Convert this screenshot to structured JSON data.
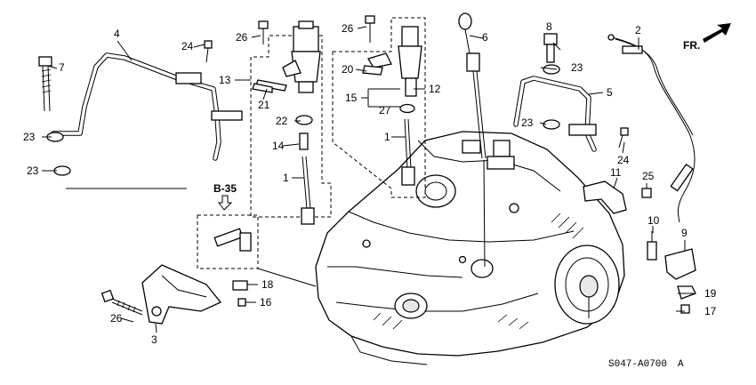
{
  "diagram": {
    "reference_code": "S047-A0700",
    "revision": "A",
    "direction_label": "FR.",
    "section_reference": "B-35"
  },
  "callouts": {
    "c1a": "1",
    "c1b": "1",
    "c2": "2",
    "c3": "3",
    "c4": "4",
    "c5": "5",
    "c6": "6",
    "c7": "7",
    "c8": "8",
    "c9": "9",
    "c10": "10",
    "c11": "11",
    "c12": "12",
    "c13": "13",
    "c14": "14",
    "c15": "15",
    "c16": "16",
    "c17": "17",
    "c18": "18",
    "c19": "19",
    "c20": "20",
    "c21": "21",
    "c22": "22",
    "c23a": "23",
    "c23b": "23",
    "c23c": "23",
    "c23d": "23",
    "c24a": "24",
    "c24b": "24",
    "c25": "25",
    "c26a": "26",
    "c26b": "26",
    "c26c": "26",
    "c27": "27"
  }
}
